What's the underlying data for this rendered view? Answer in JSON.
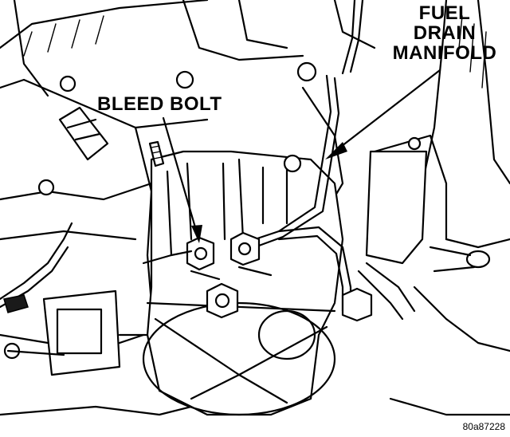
{
  "labels": {
    "fuel_drain_manifold": [
      "FUEL",
      "DRAIN",
      "MANIFOLD"
    ],
    "bleed_bolt": "BLEED BOLT"
  },
  "figure_id": "80a87228"
}
